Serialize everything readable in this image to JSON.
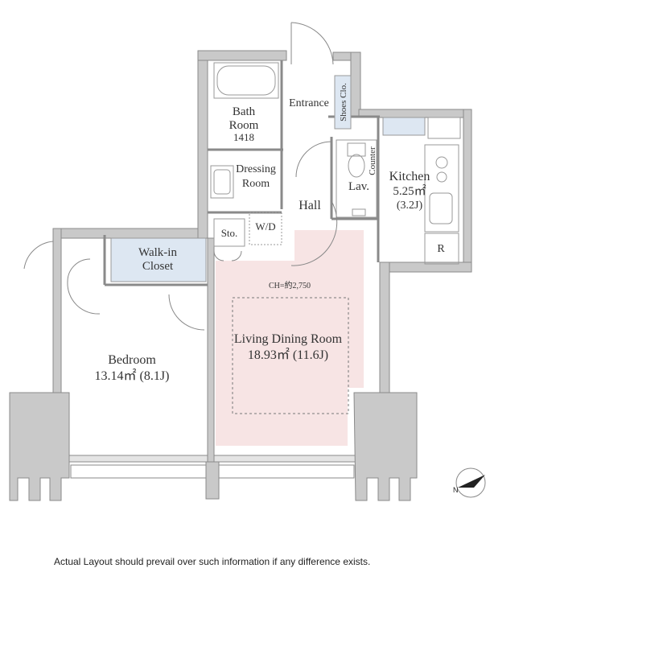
{
  "rooms": {
    "bath": {
      "line1": "Bath",
      "line2": "Room",
      "line3": "1418"
    },
    "dressing": {
      "line1": "Dressing",
      "line2": "Room"
    },
    "entrance": "Entrance",
    "shoes_closet": "Shoes Clo.",
    "hall": "Hall",
    "lavatory": "Lav.",
    "counter": "Counter",
    "kitchen": {
      "line1": "Kitchen",
      "line2": "5.25㎡",
      "line3": "(3.2J)"
    },
    "refrigerator": "R",
    "storage": "Sto.",
    "washer_dryer": "W/D",
    "walk_in_closet": {
      "line1": "Walk-in",
      "line2": "Closet"
    },
    "bedroom": {
      "line1": "Bedroom",
      "line2": "13.14㎡ (8.1J)"
    },
    "living_dining": {
      "line1": "Living Dining Room",
      "line2": "18.93㎡ (11.6J)"
    },
    "ceiling_height": "CH=約2,750"
  },
  "compass": {
    "north_label": "N"
  },
  "disclaimer": "Actual Layout should prevail over such information if any difference exists.",
  "colors": {
    "wall": "#c9c9c9",
    "wall_stroke": "#8a8a8a",
    "ldk_highlight": "#f7e4e4",
    "closet_fill": "#dde7f2"
  }
}
